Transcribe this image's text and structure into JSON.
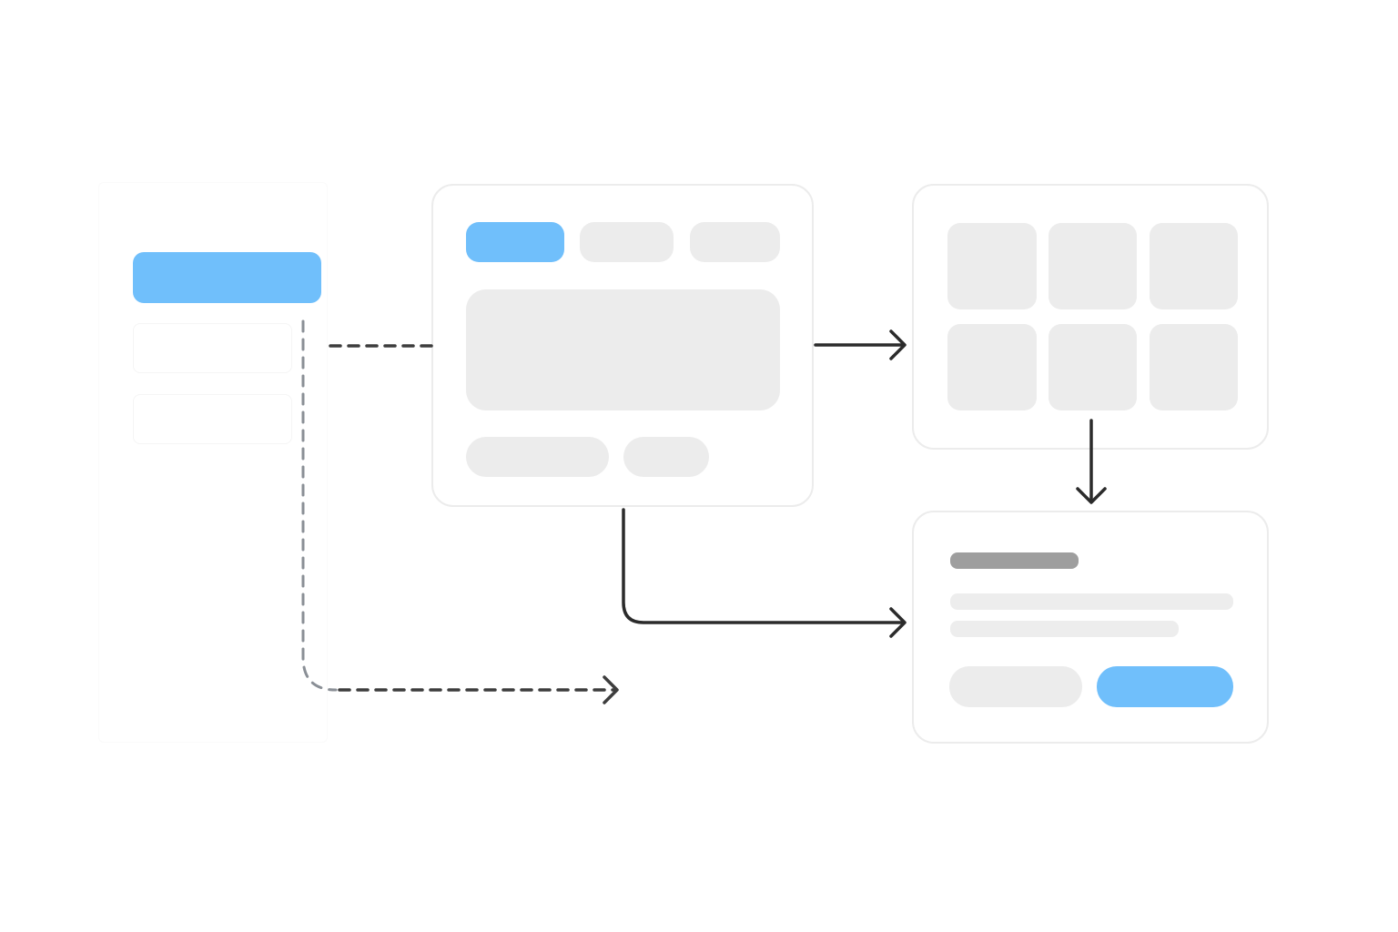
{
  "colors": {
    "accent": "#70bffb",
    "placeholder": "#ececec",
    "card_border": "#ececec",
    "heading_bar": "#9e9e9e",
    "text_line": "#ededed",
    "connector_solid": "#2b2b2b",
    "connector_dashed": "#3d3d3d",
    "connector_dashed_light": "#8a8f96"
  },
  "nodes": {
    "sidebar": {
      "kind": "navigation panel",
      "items": 3
    },
    "tabs_screen": {
      "kind": "tabbed screen",
      "tabs": 3,
      "actions": 2
    },
    "grid_screen": {
      "kind": "grid screen",
      "tiles": 6
    },
    "dialog_screen": {
      "kind": "dialog",
      "actions": 2
    }
  },
  "connectors": [
    {
      "from": "sidebar",
      "to": "tabs_screen",
      "style": "dashed"
    },
    {
      "from": "tabs_screen",
      "to": "grid_screen",
      "style": "solid"
    },
    {
      "from": "grid_screen",
      "to": "dialog_screen",
      "style": "solid"
    },
    {
      "from": "tabs_screen",
      "to": "dialog_screen",
      "style": "solid"
    },
    {
      "from": "sidebar",
      "to": "offscreen",
      "style": "dashed"
    }
  ]
}
